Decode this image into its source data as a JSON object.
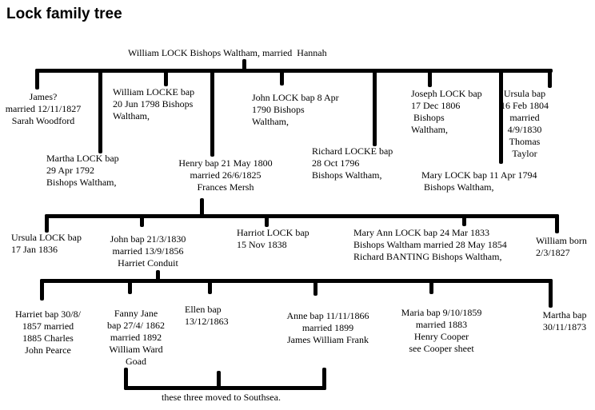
{
  "title": "Lock family tree",
  "root": "William LOCK Bishops Waltham, married  Hannah",
  "gen1": [
    "James?\nmarried 12/11/1827\nSarah Woodford",
    "Martha LOCK bap\n29 Apr 1792\nBishops Waltham,",
    "William LOCKE bap\n20 Jun 1798 Bishops\nWaltham,",
    "Henry bap 21 May 1800\nmarried 26/6/1825\nFrances Mersh",
    "John LOCK bap 8 Apr\n1790 Bishops\nWaltham,",
    "Richard LOCKE bap\n28 Oct 1796\nBishops Waltham,",
    "Joseph LOCK bap\n17 Dec 1806\n Bishops\nWaltham,",
    "Mary LOCK bap 11 Apr 1794\n Bishops Waltham,",
    "Ursula bap\n16 Feb 1804\nmarried\n4/9/1830\nThomas\nTaylor"
  ],
  "gen2": [
    "Ursula LOCK bap\n17 Jan 1836",
    "John bap 21/3/1830\nmarried 13/9/1856\nHarriet Conduit",
    "Harriot LOCK bap\n15 Nov 1838",
    "Mary Ann LOCK bap 24 Mar 1833\nBishops Waltham married 28 May 1854\nRichard BANTING Bishops Waltham,",
    "William born\n2/3/1827"
  ],
  "gen3": [
    "Harriet bap 30/8/\n1857 married\n1885 Charles\nJohn Pearce",
    "Fanny Jane\nbap 27/4/ 1862\nmarried 1892\nWilliam Ward\nGoad",
    "Ellen bap\n13/12/1863",
    "Anne bap 11/11/1866\nmarried 1899\nJames William Frank",
    "Maria bap 9/10/1859\nmarried 1883\nHenry Cooper\nsee Cooper sheet",
    "Martha bap\n30/11/1873"
  ],
  "note": "these three moved to Southsea."
}
